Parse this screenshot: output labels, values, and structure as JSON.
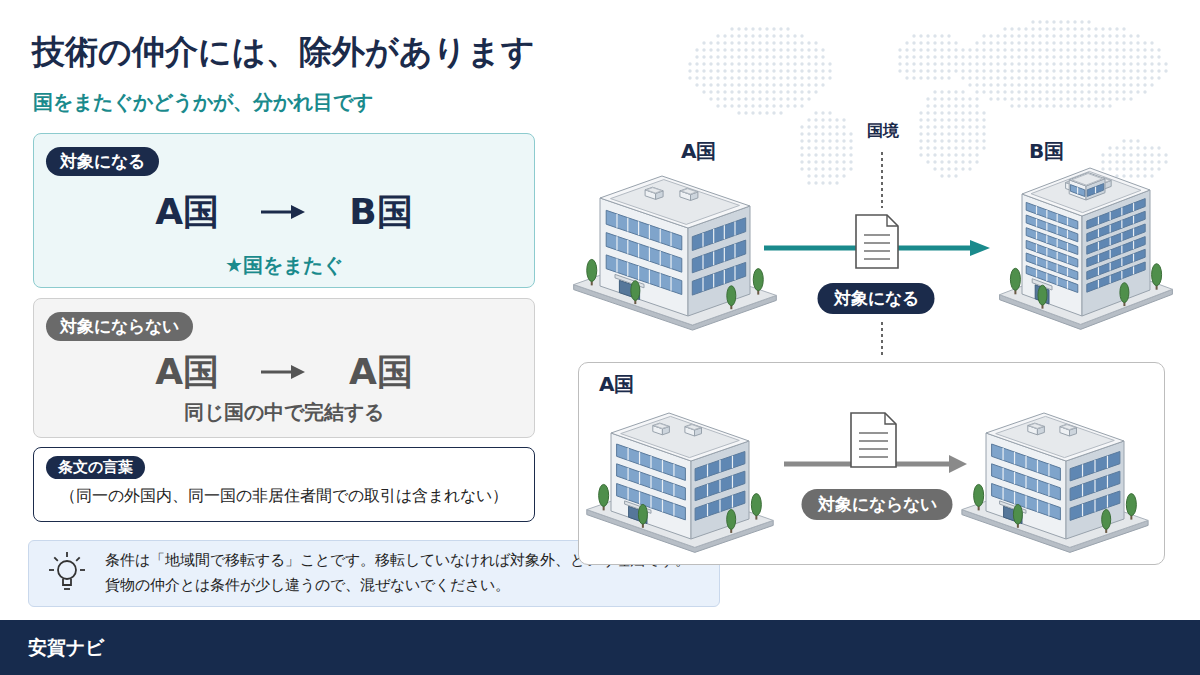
{
  "diagram": {
    "title": "技術の仲介には、除外があります",
    "nodes": [
      {
        "text": [
          "対象になる",
          "A国",
          "B国",
          "★国をまたぐ"
        ]
      },
      {
        "text": [
          "対象にならない",
          "A国",
          "A国",
          "同じ国の中で完結する"
        ]
      },
      {
        "text": [
          "条文の言葉",
          "（同一の外国内、同一国の非居住者間での取引は含まれない）"
        ]
      },
      {
        "text": [
          "条件は「地域間で移転する」ことです。移転していなければ対象外、という理屈です。",
          "貨物の仲介とは条件が少し違うので、混ぜないでください。"
        ]
      },
      {
        "text": [
          "A国"
        ]
      },
      {
        "text": [
          "B国"
        ]
      },
      {
        "text": [
          "A国"
        ]
      },
      {
        "text": [
          "安賀ナビ"
        ]
      }
    ],
    "edges": [
      {
        "from": 4,
        "to": 5,
        "arrow": "to",
        "label": "対象になる"
      }
    ],
    "labels": [
      "国をまたぐかどうかが、分かれ目です",
      "国境",
      "対象にならない"
    ]
  }
}
